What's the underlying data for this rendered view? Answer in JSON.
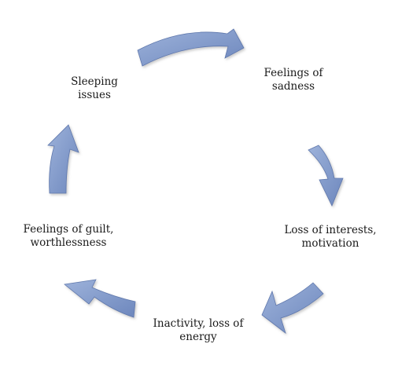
{
  "diagram": {
    "nodes": [
      {
        "id": "sadness",
        "lines": [
          "Feelings of",
          "sadness"
        ]
      },
      {
        "id": "loss-of-interests",
        "lines": [
          "Loss of interests,",
          "motivation"
        ]
      },
      {
        "id": "inactivity",
        "lines": [
          "Inactivity, loss of",
          "energy"
        ]
      },
      {
        "id": "guilt",
        "lines": [
          "Feelings of guilt,",
          "worthlessness"
        ]
      },
      {
        "id": "sleeping",
        "lines": [
          "Sleeping",
          "issues"
        ]
      }
    ],
    "arrow_color": "#7d96c8"
  }
}
